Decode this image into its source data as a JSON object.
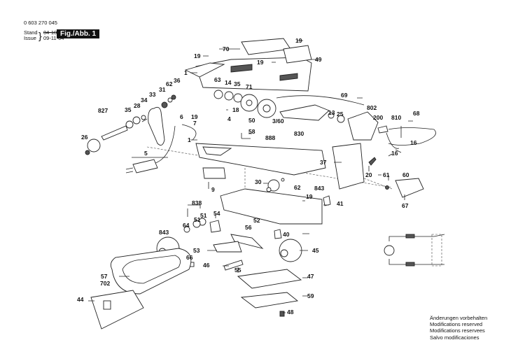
{
  "header": {
    "part_number": "0 603 270 045",
    "stand_label": "Stand",
    "issue_label": "Issue",
    "stand_date_struck": "04-10",
    "issue_date": "09-11-04",
    "figure_badge": "Fig./Abb. 1"
  },
  "notes": [
    "Änderungen vorbehalten",
    "Modifications reserved",
    "Modifications reservees",
    "Salvo modificaciones"
  ],
  "callouts": {
    "c70": "70",
    "c19a": "19",
    "c49": "49",
    "c19b": "19",
    "c1a": "1",
    "c19c": "19",
    "c63": "63",
    "c14": "14",
    "c35a": "35",
    "c71": "71",
    "c36": "36",
    "c62a": "62",
    "c31": "31",
    "c33": "33",
    "c34": "34",
    "c28": "28",
    "c35b": "35",
    "c827": "827",
    "c26": "26",
    "c69": "69",
    "c802": "802",
    "c13": "13",
    "c25": "25",
    "c200": "200",
    "c810": "810",
    "c68": "68",
    "c3_60": "3/60",
    "c830": "830",
    "c16a": "16",
    "c16b": "16",
    "c6": "6",
    "c19d": "19",
    "c7": "7",
    "c18": "18",
    "c4": "4",
    "c50": "50",
    "c58": "58",
    "c1b": "1",
    "c888": "888",
    "c5": "5",
    "c37": "37",
    "c20": "20",
    "c61": "61",
    "c60": "60",
    "c67": "67",
    "c9": "9",
    "c30": "30",
    "c62b": "62",
    "c843a": "843",
    "c19e": "19",
    "c41": "41",
    "c838": "838",
    "c51a": "51",
    "c51b": "51",
    "c54": "54",
    "c64": "64",
    "c56": "56",
    "c52": "52",
    "c40": "40",
    "c843b": "843",
    "c53": "53",
    "c45": "45",
    "c66": "66",
    "c46": "46",
    "c55": "55",
    "c57": "57",
    "c702": "702",
    "c47": "47",
    "c44": "44",
    "c59": "59",
    "c48": "48"
  }
}
